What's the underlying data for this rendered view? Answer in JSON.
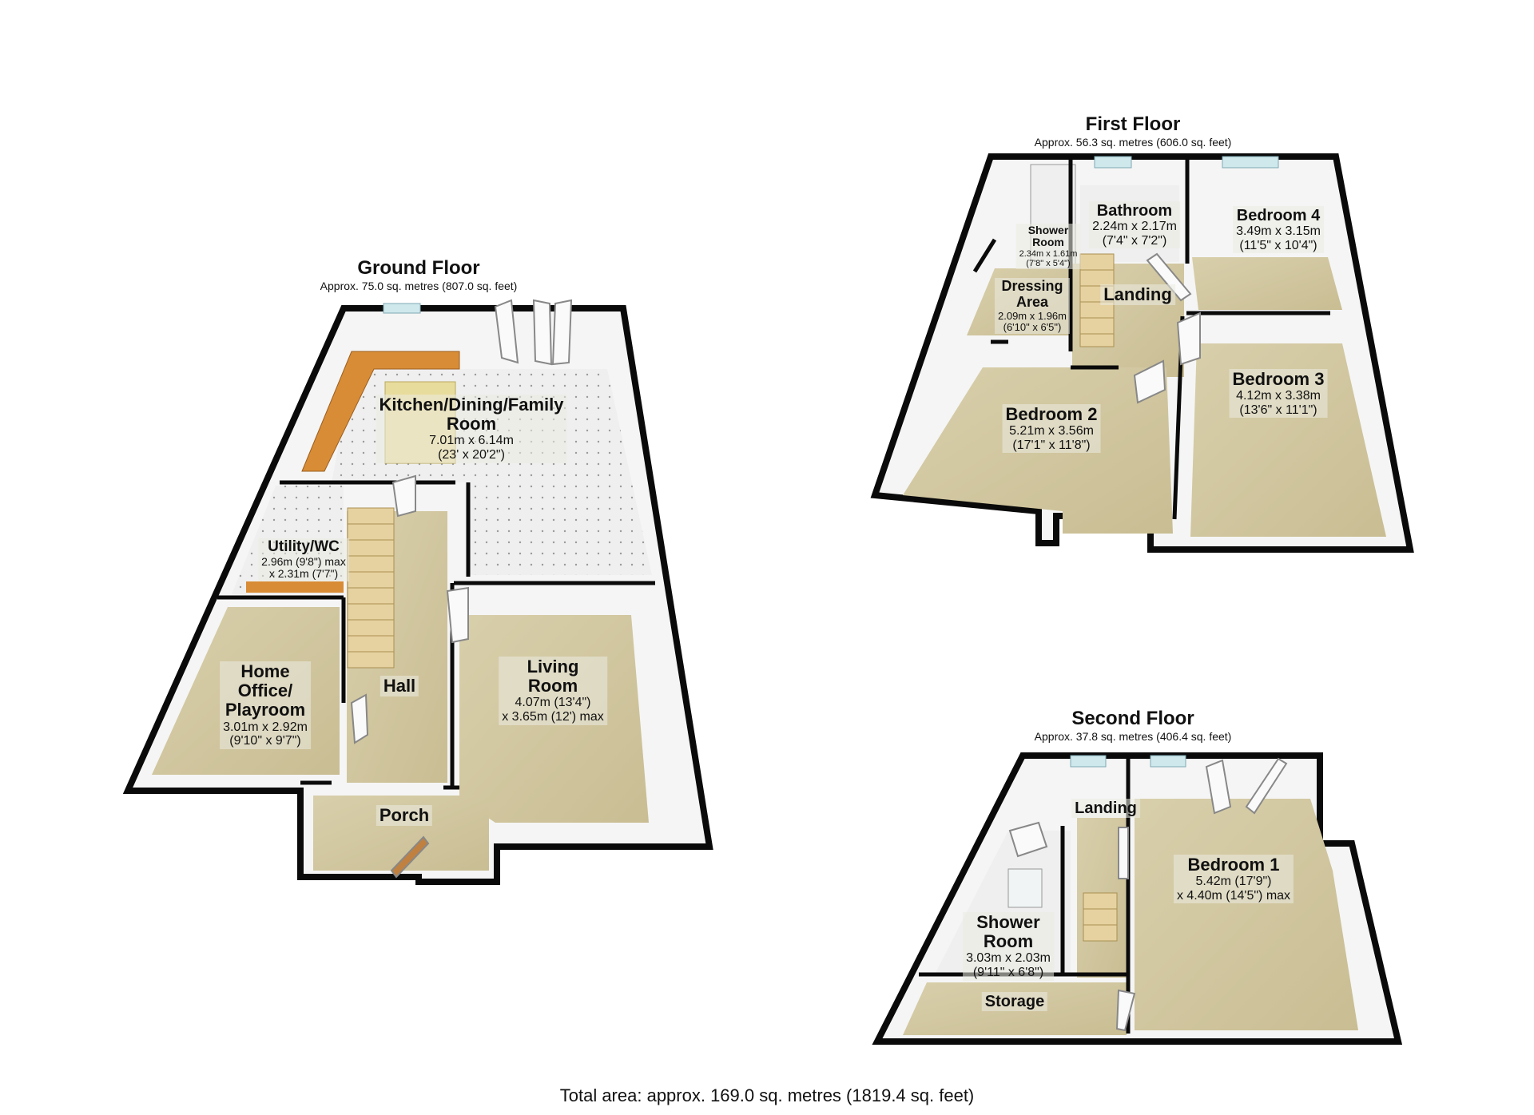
{
  "floors": {
    "ground": {
      "title": "Ground Floor",
      "area": "Approx. 75.0 sq. metres (807.0 sq. feet)"
    },
    "first": {
      "title": "First Floor",
      "area": "Approx. 56.3 sq. metres (606.0 sq. feet)"
    },
    "second": {
      "title": "Second Floor",
      "area": "Approx. 37.8 sq. metres (406.4 sq. feet)"
    }
  },
  "rooms": {
    "kitchen": {
      "name_1": "Kitchen/Dining/Family",
      "name_2": "Room",
      "dim_1": "7.01m x 6.14m",
      "dim_2": "(23' x 20'2\")"
    },
    "utility": {
      "name_1": "Utility/WC",
      "dim_1": "2.96m (9'8\") max",
      "dim_2": "x 2.31m (7'7\")"
    },
    "office": {
      "name_1": "Home",
      "name_2": "Office/",
      "name_3": "Playroom",
      "dim_1": "3.01m x 2.92m",
      "dim_2": "(9'10\" x 9'7\")"
    },
    "hall": {
      "name_1": "Hall"
    },
    "living": {
      "name_1": "Living",
      "name_2": "Room",
      "dim_1": "4.07m (13'4\")",
      "dim_2": "x 3.65m (12') max"
    },
    "porch": {
      "name_1": "Porch"
    },
    "shower1": {
      "name_1": "Shower",
      "name_2": "Room",
      "dim_1": "2.34m x 1.61m",
      "dim_2": "(7'8\" x 5'4\")"
    },
    "bathroom": {
      "name_1": "Bathroom",
      "dim_1": "2.24m x 2.17m",
      "dim_2": "(7'4\" x 7'2\")"
    },
    "bedroom4": {
      "name_1": "Bedroom 4",
      "dim_1": "3.49m x 3.15m",
      "dim_2": "(11'5\" x 10'4\")"
    },
    "dressing": {
      "name_1": "Dressing",
      "name_2": "Area",
      "dim_1": "2.09m x 1.96m",
      "dim_2": "(6'10\" x 6'5\")"
    },
    "landing1": {
      "name_1": "Landing"
    },
    "bedroom2": {
      "name_1": "Bedroom 2",
      "dim_1": "5.21m x 3.56m",
      "dim_2": "(17'1\" x 11'8\")"
    },
    "bedroom3": {
      "name_1": "Bedroom 3",
      "dim_1": "4.12m x 3.38m",
      "dim_2": "(13'6\" x 11'1\")"
    },
    "landing2": {
      "name_1": "Landing"
    },
    "bedroom1": {
      "name_1": "Bedroom 1",
      "dim_1": "5.42m (17'9\")",
      "dim_2": "x 4.40m (14'5\") max"
    },
    "shower2": {
      "name_1": "Shower",
      "name_2": "Room",
      "dim_1": "3.03m x 2.03m",
      "dim_2": "(9'11\" x 6'8\")"
    },
    "storage": {
      "name_1": "Storage"
    }
  },
  "total_area": "Total area: approx. 169.0 sq. metres (1819.4 sq. feet)",
  "colors": {
    "wall": "#0a0a0a",
    "floor_carpet": "#d3c9a4",
    "floor_tile": "#ebebeb",
    "wall_face": "#f4f4f4",
    "kitchen_counter": "#d88c35",
    "stairs": "#e6d2a0"
  }
}
